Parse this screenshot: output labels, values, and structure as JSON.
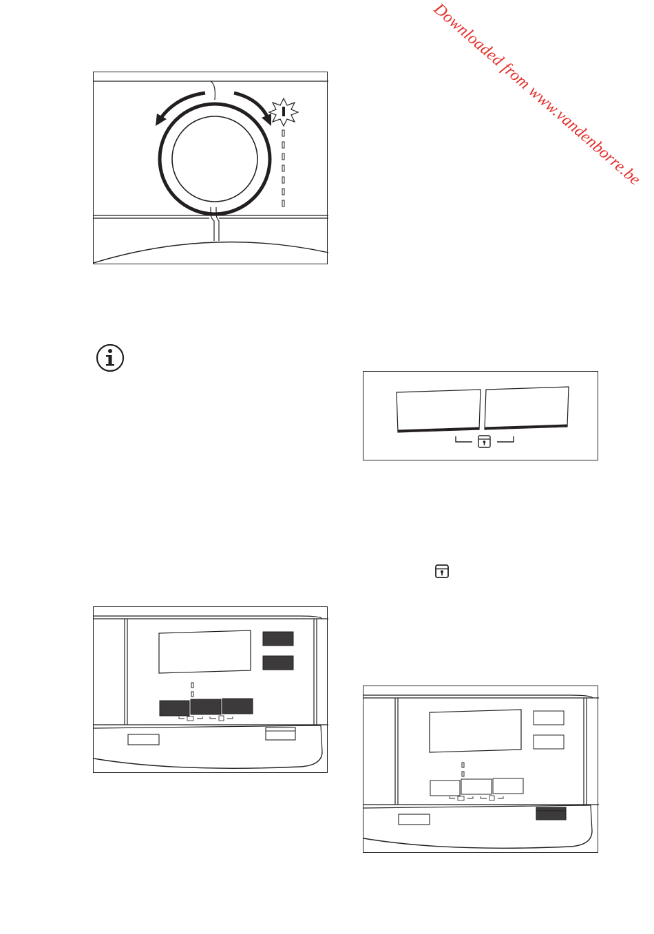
{
  "watermark": {
    "text": "Downloaded from www.vandenborre.be",
    "color": "#e3312d"
  },
  "figures": [
    {
      "name": "program-dial",
      "icons": [
        "rotate-left-arrow-icon",
        "rotate-right-arrow-icon",
        "sparkle-indicator-icon"
      ],
      "indicator_leds": 8
    },
    {
      "name": "control-panel-buttons-active",
      "pressed_buttons": [
        "left",
        "middle",
        "right",
        "top-right",
        "bottom-right"
      ]
    },
    {
      "name": "child-lock-display",
      "icons": [
        "child-lock-icon"
      ]
    },
    {
      "name": "control-panel-start-active",
      "pressed_buttons": [
        "start"
      ]
    }
  ],
  "icons": {
    "info": "info-icon",
    "lock": "child-lock-icon"
  }
}
